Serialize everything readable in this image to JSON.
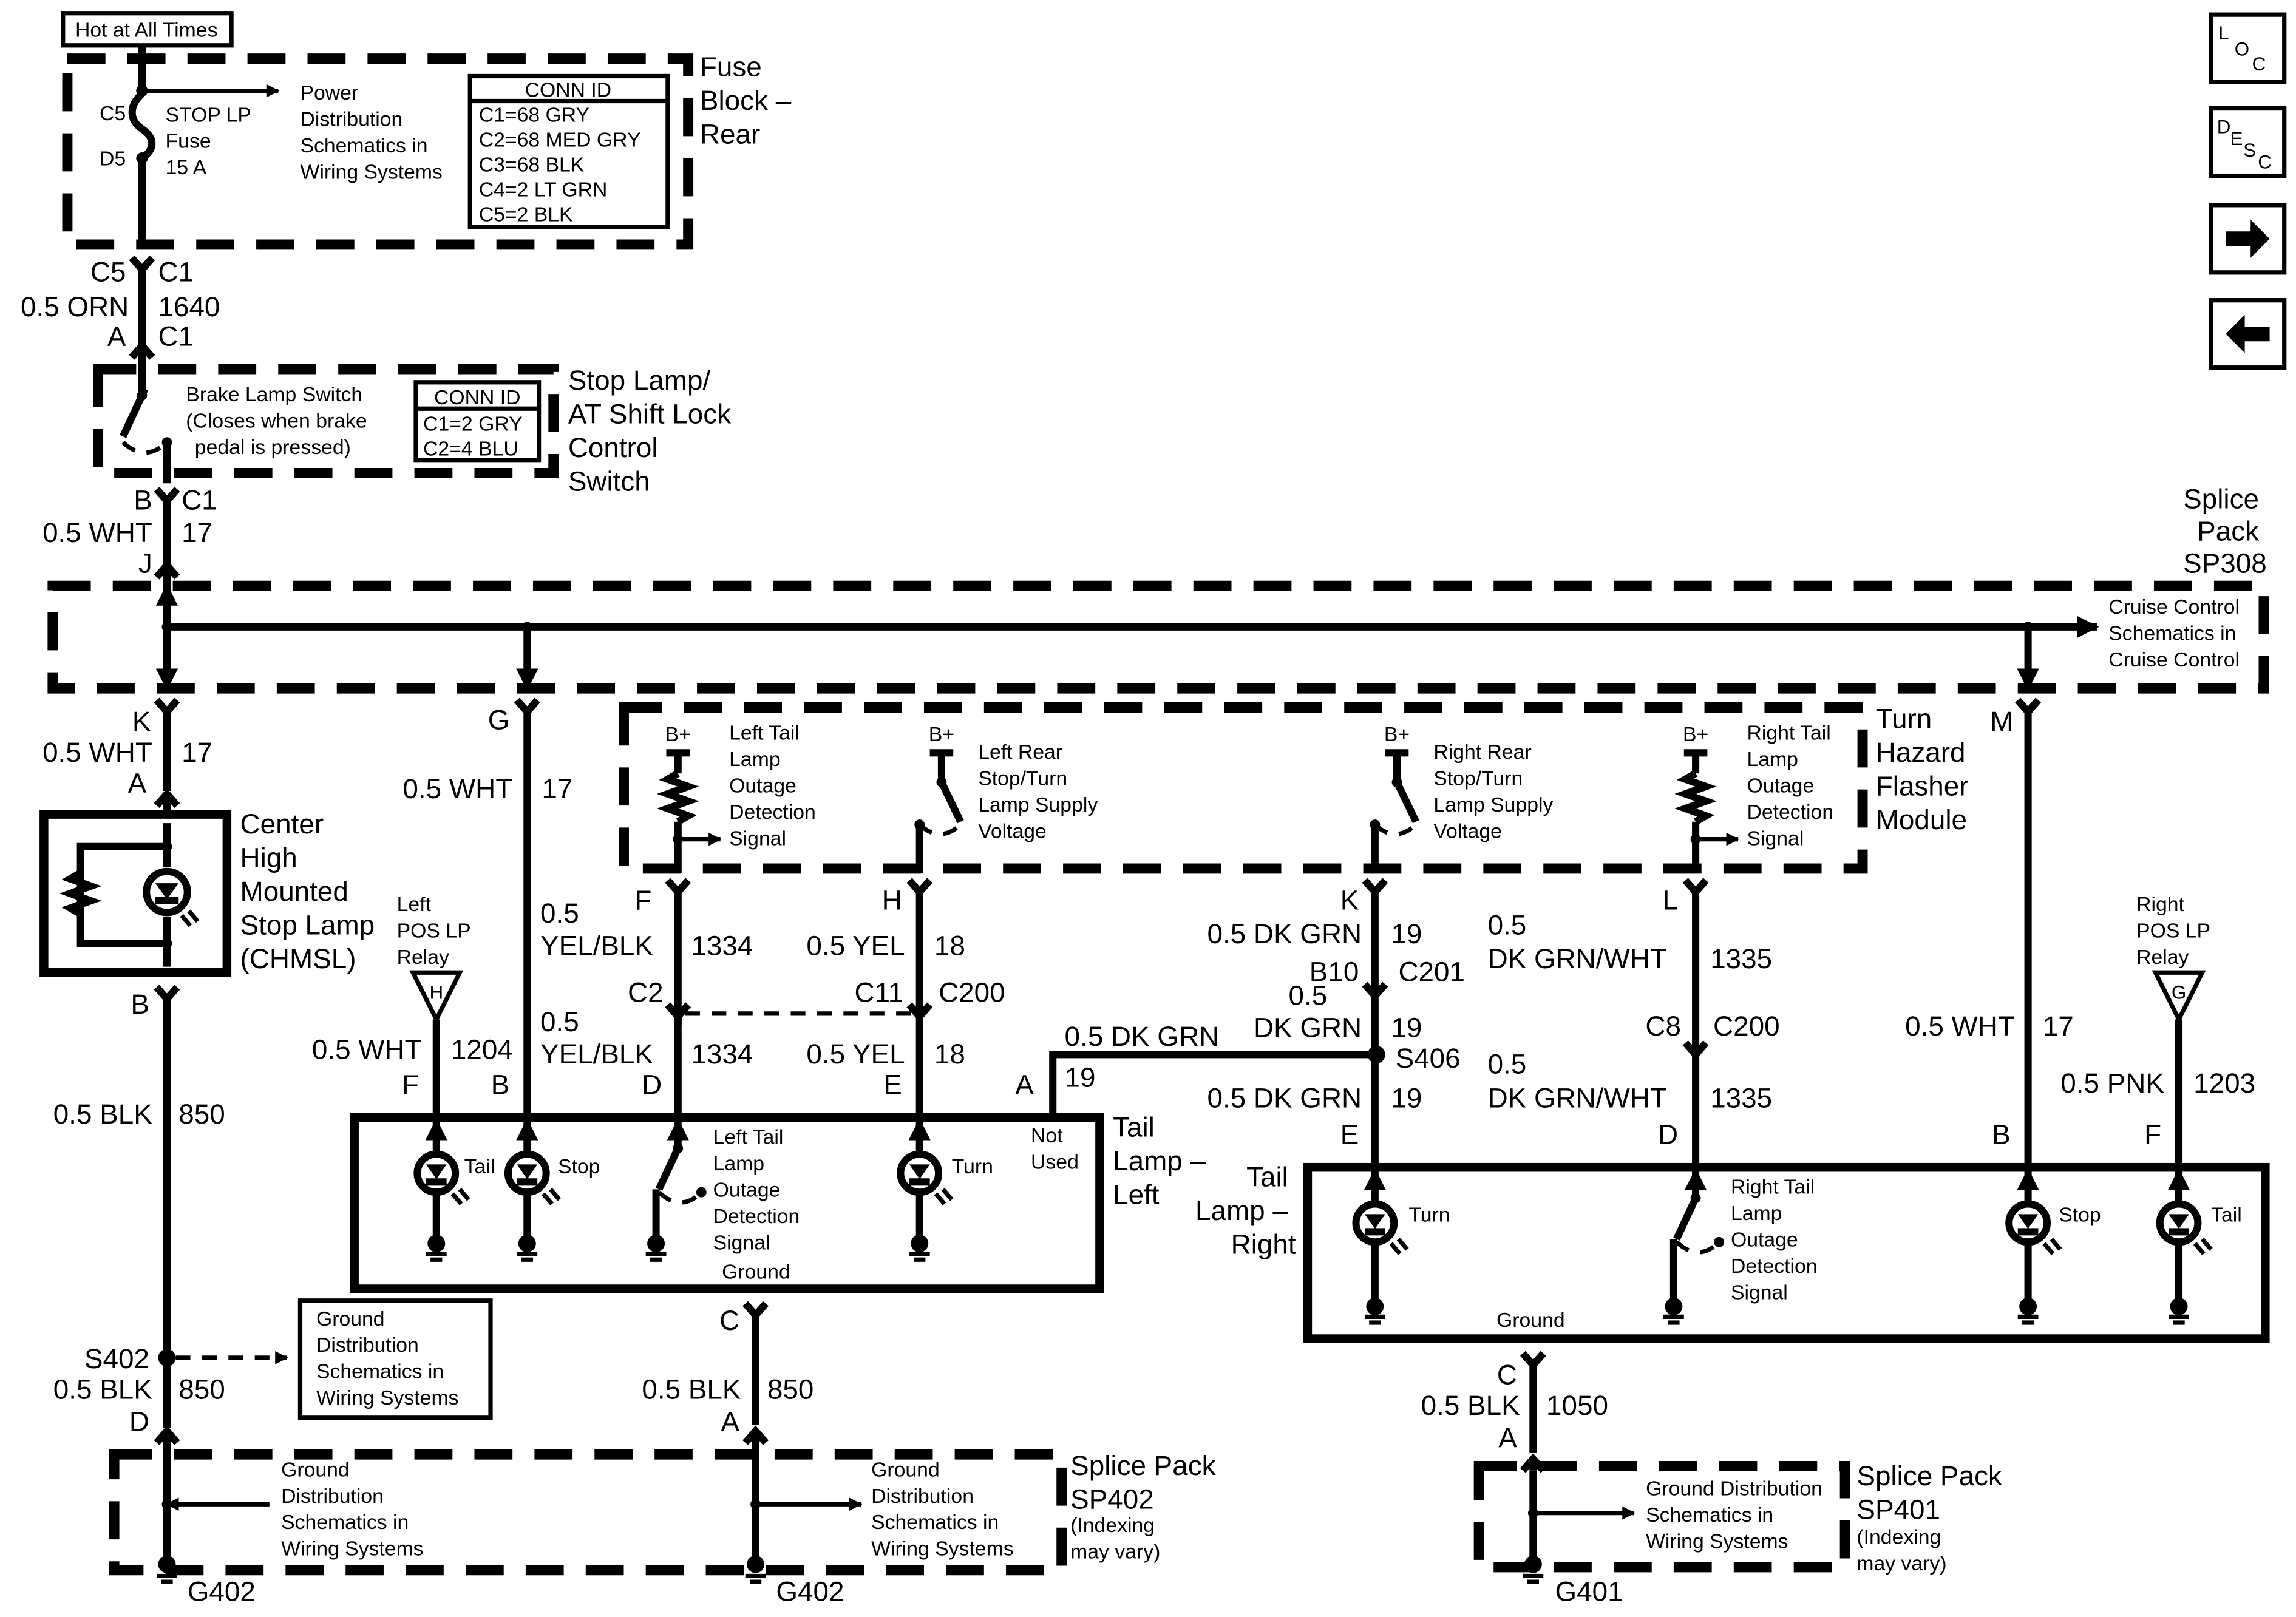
{
  "hot_at_all_times": "Hot at All Times",
  "fuse_block": {
    "title_lines": [
      "Fuse",
      "Block –",
      "Rear"
    ],
    "pin_top": "C5",
    "pin_bottom": "D5",
    "fuse_lines": [
      "STOP LP",
      "Fuse",
      "15 A"
    ],
    "power_ref_lines": [
      "Power",
      "Distribution",
      "Schematics in",
      "Wiring Systems"
    ],
    "conn_header": "CONN ID",
    "conn_ids": [
      "C1=68 GRY",
      "C2=68 MED GRY",
      "C3=68 BLK",
      "C4=2 LT GRN",
      "C5=2 BLK"
    ]
  },
  "wire_fuse": {
    "pin_top": "C5",
    "conn_top": "C1",
    "gauge": "0.5 ORN",
    "circuit": "1640",
    "pin_bottom": "A",
    "conn_bottom": "C1"
  },
  "stop_switch": {
    "title_lines": [
      "Stop Lamp/",
      "AT Shift Lock",
      "Control",
      "Switch"
    ],
    "desc_lines": [
      "Brake Lamp Switch",
      "(Closes when brake",
      "pedal is pressed)"
    ],
    "conn_header": "CONN ID",
    "conn_ids": [
      "C1=2 GRY",
      "C2=4 BLU"
    ]
  },
  "wire_switch": {
    "pin_top": "B",
    "conn_top": "C1",
    "gauge": "0.5 WHT",
    "circuit": "17",
    "pin_bottom": "J"
  },
  "splice_308": {
    "title_lines": [
      "Splice",
      "Pack",
      "SP308"
    ],
    "cruise_lines": [
      "Cruise Control",
      "Schematics in",
      "Cruise Control"
    ]
  },
  "wire_k": {
    "pin_top": "K",
    "gauge": "0.5 WHT",
    "circuit": "17",
    "pin_bottom": "A"
  },
  "chmsl": {
    "title_lines": [
      "Center",
      "High",
      "Mounted",
      "Stop Lamp",
      "(CHMSL)"
    ],
    "pin_bottom": "B"
  },
  "wire_chmsl": {
    "gauge": "0.5 BLK",
    "circuit": "850"
  },
  "splice_s402": {
    "label": "S402",
    "gauge": "0.5 BLK",
    "circuit": "850",
    "pin": "D"
  },
  "ground_ref_box_lines": [
    "Ground",
    "Distribution",
    "Schematics in",
    "Wiring Systems"
  ],
  "wire_g": {
    "pin": "G",
    "gauge": "0.5 WHT",
    "circuit": "17"
  },
  "left_pos_relay": {
    "label_lines": [
      "Left",
      "POS LP",
      "Relay"
    ],
    "pin_letter": "H",
    "gauge": "0.5 WHT",
    "circuit": "1204",
    "pin_bottom": "F"
  },
  "flasher": {
    "title_lines": [
      "Turn",
      "Hazard",
      "Flasher",
      "Module"
    ],
    "bplus": "B+",
    "left_tail_lines": [
      "Left Tail",
      "Lamp",
      "Outage",
      "Detection",
      "Signal"
    ],
    "left_rear_lines": [
      "Left Rear",
      "Stop/Turn",
      "Lamp Supply",
      "Voltage"
    ],
    "right_rear_lines": [
      "Right Rear",
      "Stop/Turn",
      "Lamp Supply",
      "Voltage"
    ],
    "right_tail_lines": [
      "Right Tail",
      "Lamp",
      "Outage",
      "Detection",
      "Signal"
    ]
  },
  "wire_f": {
    "pin": "F",
    "gauge_lines": [
      "0.5",
      "YEL/BLK"
    ],
    "circuit": "1334",
    "conn": "C2",
    "gauge2_lines": [
      "0.5",
      "YEL/BLK"
    ],
    "circuit2": "1334",
    "pin_bottom": "D"
  },
  "wire_h": {
    "pin": "H",
    "gauge": "0.5 YEL",
    "circuit": "18",
    "conn_left": "C11",
    "conn_right": "C200",
    "gauge2": "0.5 YEL",
    "circuit2": "18",
    "pin_bottom": "E"
  },
  "wire_k2": {
    "pin": "K",
    "gauge": "0.5 DK GRN",
    "circuit": "19",
    "conn_left": "B10",
    "conn_right": "C201",
    "gauge2_lines": [
      "0.5",
      "DK GRN"
    ],
    "circuit2": "19",
    "splice": "S406",
    "gauge3": "0.5 DK GRN",
    "circuit3": "19",
    "pin_bottom": "E"
  },
  "wire_a19": {
    "pin": "A",
    "gauge": "0.5 DK GRN",
    "circuit": "19"
  },
  "wire_l": {
    "pin": "L",
    "gauge_lines": [
      "0.5",
      "DK GRN/WHT"
    ],
    "circuit": "1335",
    "conn_left": "C8",
    "conn_right": "C200",
    "gauge2_lines": [
      "0.5",
      "DK GRN/WHT"
    ],
    "circuit2": "1335",
    "pin_bottom": "D"
  },
  "wire_m": {
    "pin": "M",
    "gauge": "0.5 WHT",
    "circuit": "17",
    "pin_bottom": "B"
  },
  "right_pos_relay": {
    "label_lines": [
      "Right",
      "POS LP",
      "Relay"
    ],
    "pin_letter": "G",
    "gauge": "0.5 PNK",
    "circuit": "1203",
    "pin_bottom": "F"
  },
  "tail_left": {
    "title_lines": [
      "Tail",
      "Lamp –",
      "Left"
    ],
    "tail": "Tail",
    "stop": "Stop",
    "turn": "Turn",
    "outage_lines": [
      "Left Tail",
      "Lamp",
      "Outage",
      "Detection",
      "Signal"
    ],
    "ground": "Ground",
    "not_used_lines": [
      "Not",
      "Used"
    ]
  },
  "tail_right": {
    "title_lines": [
      "Tail",
      "Lamp –",
      "Right"
    ],
    "turn": "Turn",
    "stop": "Stop",
    "tail": "Tail",
    "outage_lines": [
      "Right Tail",
      "Lamp",
      "Outage",
      "Detection",
      "Signal"
    ],
    "ground": "Ground"
  },
  "wire_c_left": {
    "pin": "C",
    "gauge": "0.5 BLK",
    "circuit": "850",
    "pin_bottom": "A"
  },
  "wire_c_right": {
    "pin": "C",
    "gauge": "0.5 BLK",
    "circuit": "1050",
    "pin_bottom": "A"
  },
  "splice_402": {
    "title_lines": [
      "Splice Pack",
      "SP402",
      "(Indexing",
      "may vary)"
    ],
    "ground_ref_lines": [
      "Ground",
      "Distribution",
      "Schematics in",
      "Wiring Systems"
    ],
    "g_left": "G402",
    "g_right": "G402"
  },
  "splice_401": {
    "title_lines": [
      "Splice Pack",
      "SP401",
      "(Indexing",
      "may vary)"
    ],
    "ground_ref_lines": [
      "Ground Distribution",
      "Schematics in",
      "Wiring Systems"
    ],
    "g": "G401"
  },
  "nav": {
    "loc": [
      "L",
      "O",
      "C"
    ],
    "desc": [
      "D",
      "E",
      "S",
      "C"
    ],
    "next_icon": "arrow-right",
    "prev_icon": "arrow-left"
  }
}
